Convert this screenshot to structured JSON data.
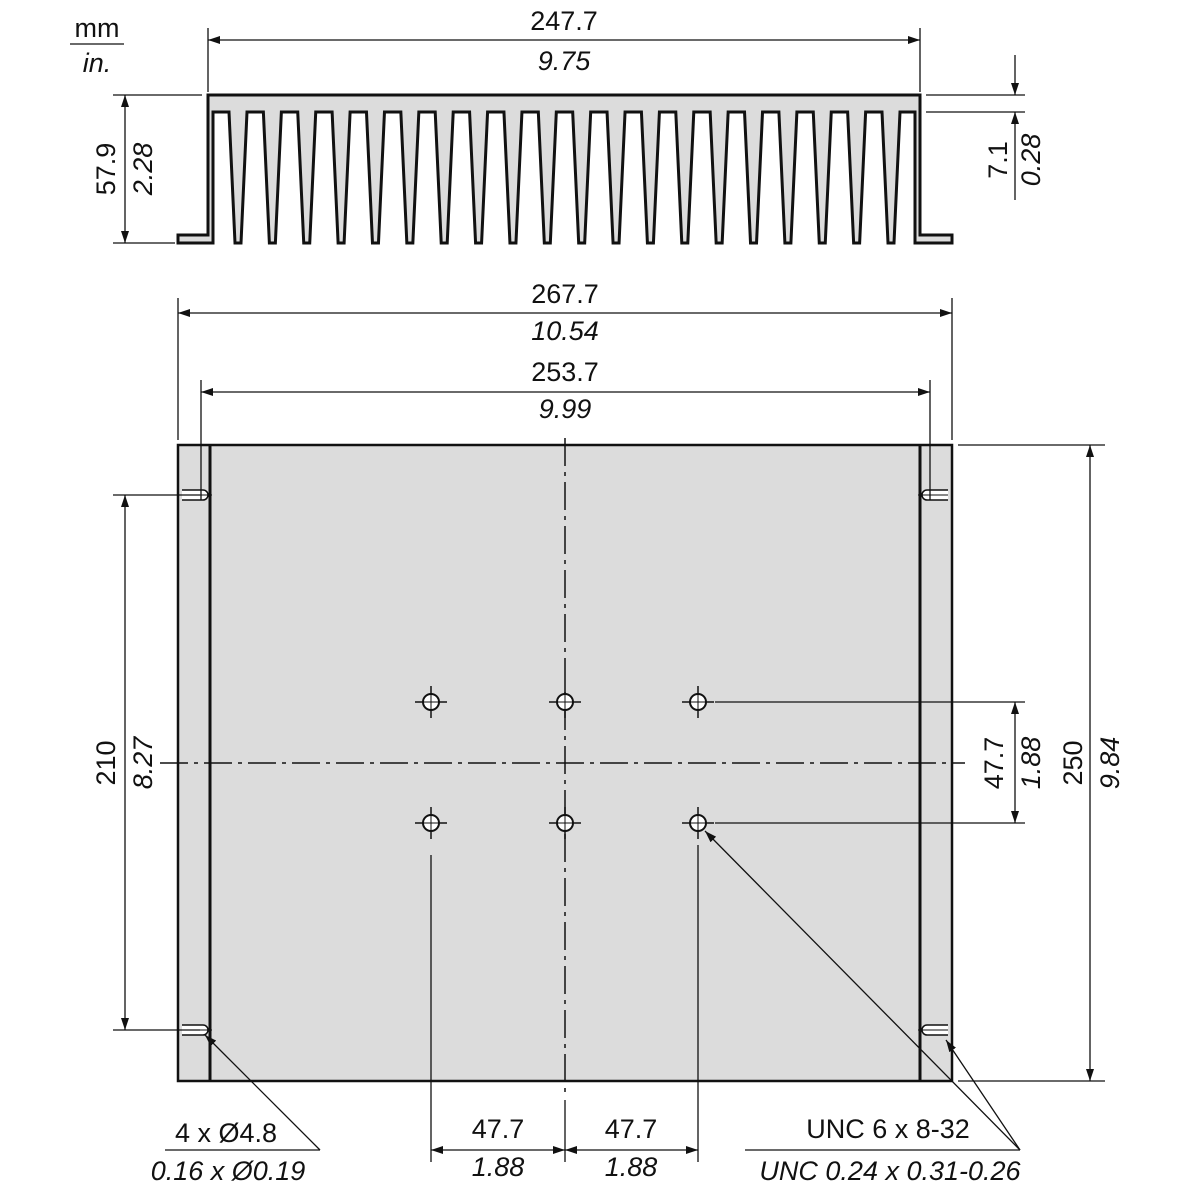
{
  "units": {
    "top": "mm",
    "bottom": "in."
  },
  "colors": {
    "body_fill": "#dcdcdc",
    "line": "#111111"
  },
  "profile_view": {
    "fin_count": 20,
    "width": {
      "mm": "247.7",
      "in": "9.75"
    },
    "height": {
      "mm": "57.9",
      "in": "2.28"
    },
    "base_thickness": {
      "mm": "7.1",
      "in": "0.28"
    }
  },
  "plan_view": {
    "overall_width": {
      "mm": "267.7",
      "in": "10.54"
    },
    "hole_spacing_width": {
      "mm": "253.7",
      "in": "9.99"
    },
    "hole_spacing_height": {
      "mm": "210",
      "in": "8.27"
    },
    "overall_height": {
      "mm": "250",
      "in": "9.84"
    },
    "tapped_vertical_spacing": {
      "mm": "47.7",
      "in": "1.88"
    },
    "tapped_left_spacing": {
      "mm": "47.7",
      "in": "1.88"
    },
    "tapped_right_spacing": {
      "mm": "47.7",
      "in": "1.88"
    },
    "mounting_holes": {
      "mm": "4 x Ø4.8",
      "in": "0.16 x Ø0.19"
    },
    "tapped_holes": {
      "mm": "UNC 6 x 8-32",
      "in": "UNC 0.24 x 0.31-0.26"
    }
  }
}
